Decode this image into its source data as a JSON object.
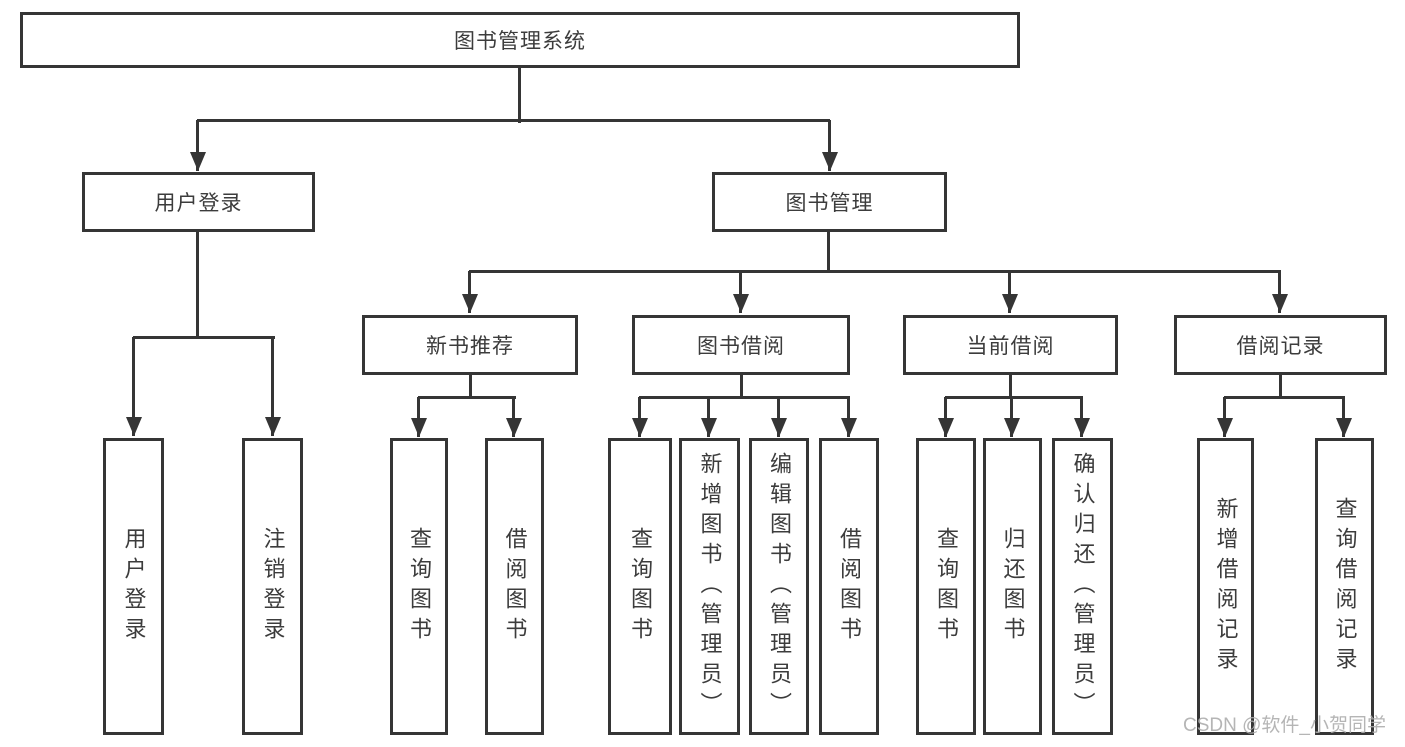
{
  "tree": {
    "root": "图书管理系统",
    "branches": [
      {
        "label": "用户登录",
        "children": [
          {
            "label": "用户登录"
          },
          {
            "label": "注销登录"
          }
        ]
      },
      {
        "label": "图书管理",
        "children": [
          {
            "label": "新书推荐",
            "children": [
              {
                "label": "查询图书"
              },
              {
                "label": "借阅图书"
              }
            ]
          },
          {
            "label": "图书借阅",
            "children": [
              {
                "label": "查询图书"
              },
              {
                "label": "新增图书（管理员）"
              },
              {
                "label": "编辑图书（管理员）"
              },
              {
                "label": "借阅图书"
              }
            ]
          },
          {
            "label": "当前借阅",
            "children": [
              {
                "label": "查询图书"
              },
              {
                "label": "归还图书"
              },
              {
                "label": "确认归还（管理员）"
              }
            ]
          },
          {
            "label": "借阅记录",
            "children": [
              {
                "label": "新增借阅记录"
              },
              {
                "label": "查询借阅记录"
              }
            ]
          }
        ]
      }
    ]
  },
  "watermark": {
    "text": "CSDN @软件_小贺同学"
  },
  "colors": {
    "line": "#353535",
    "text": "#3c3c3c",
    "watermark": "#aeaeae",
    "background": "#ffffff"
  }
}
